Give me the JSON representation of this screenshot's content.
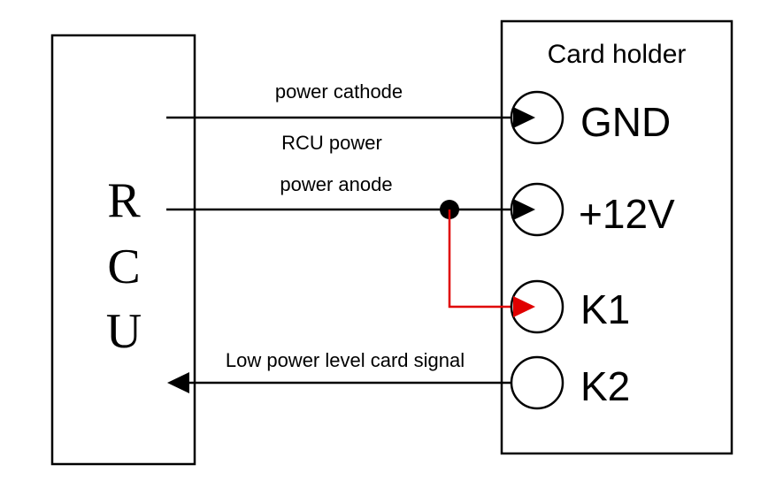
{
  "rcu": {
    "letters": [
      "R",
      "C",
      "U"
    ]
  },
  "card_holder": {
    "title": "Card holder",
    "terminals": [
      "GND",
      "+12V",
      "K1",
      "K2"
    ]
  },
  "wires": {
    "cathode_label": "power cathode",
    "rcu_power_label": "RCU power",
    "anode_label": "power anode",
    "signal_label": "Low power level card signal"
  },
  "colors": {
    "jumper": "#e00000",
    "line": "#000000"
  }
}
